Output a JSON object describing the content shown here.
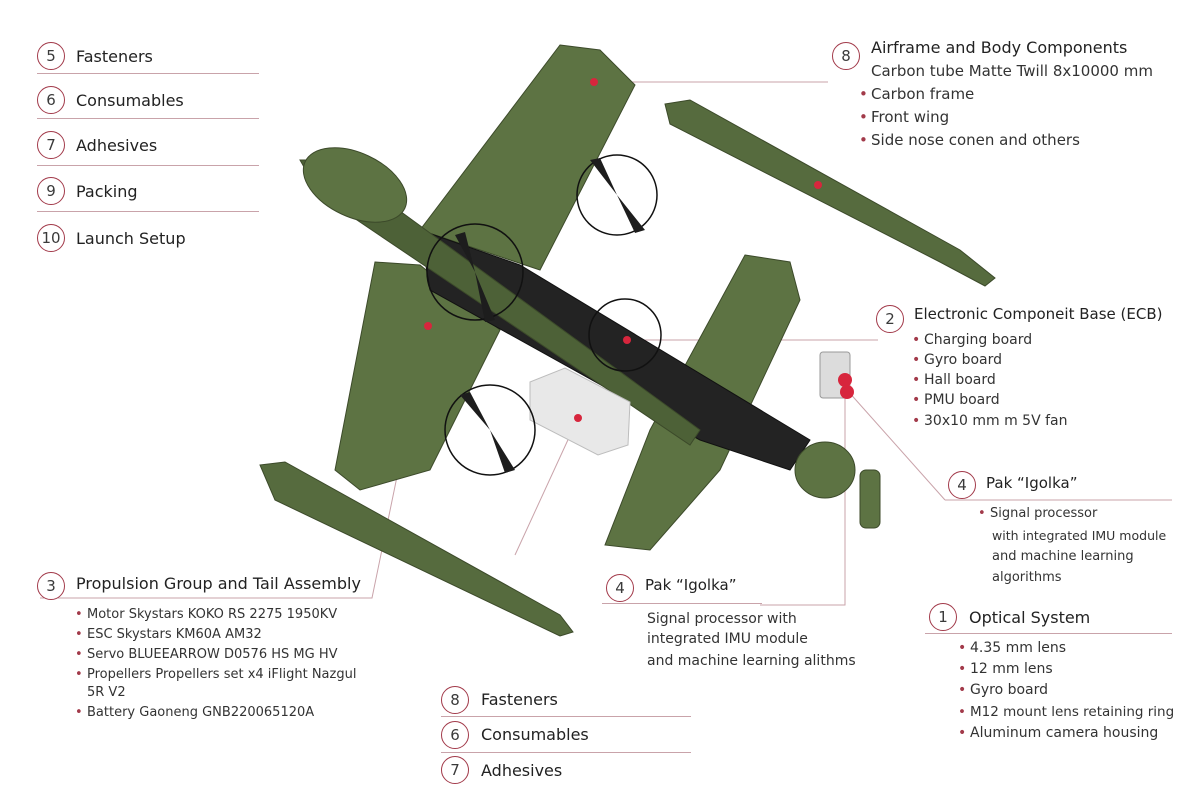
{
  "colors": {
    "accent": "#a23a4a",
    "drone_green": "#566b3e",
    "drone_dark": "#3c4a2a"
  },
  "top_left_list": [
    {
      "num": "5",
      "label": "Fasteners"
    },
    {
      "num": "6",
      "label": "Consumables"
    },
    {
      "num": "7",
      "label": "Adhesives"
    },
    {
      "num": "9",
      "label": "Packing"
    },
    {
      "num": "10",
      "label": "Launch Setup"
    }
  ],
  "bottom_center_list": [
    {
      "num": "8",
      "label": "Fasteners"
    },
    {
      "num": "6",
      "label": "Consumables"
    },
    {
      "num": "7",
      "label": "Adhesives"
    }
  ],
  "airframe": {
    "num": "8",
    "title": "Airframe and Body Components",
    "subtitle": "Carbon tube Matte Twill 8x10000 mm",
    "items": [
      "Carbon frame",
      "Front wing",
      "Side nose conen and others"
    ]
  },
  "ecb": {
    "num": "2",
    "title": "Electronic Componeit Base (ECB)",
    "items": [
      "Charging board",
      "Gyro board",
      "Hall board",
      "PMU board",
      "30x10 mm m 5V fan"
    ]
  },
  "pak_right": {
    "num": "4",
    "title": "Pak “Igolka”",
    "lines": [
      "Signal processor",
      "with integrated IMU module",
      "and machine learning",
      "algorithms"
    ]
  },
  "pak_center": {
    "num": "4",
    "title": "Pak “Igolka”",
    "lines": [
      "Signal processor with",
      "integrated IMU module",
      "and machine learning alithms"
    ]
  },
  "propulsion": {
    "num": "3",
    "title": "Propulsion Group and Tail Assembly",
    "items": [
      "Motor Skystars KOKO RS 2275 1950KV",
      "ESC Skystars KM60A AM32",
      "Servo BLUEEARROW D0576 HS MG HV",
      "Propellers Propellers set x4 iFlight Nazgul",
      "5R V2",
      "Battery Gaoneng GNB220065120A"
    ]
  },
  "optical": {
    "num": "1",
    "title": "Optical System",
    "items": [
      "4.35 mm lens",
      "12 mm lens",
      "Gyro board",
      "M12 mount lens retaining ring",
      "Aluminum camera housing"
    ]
  }
}
